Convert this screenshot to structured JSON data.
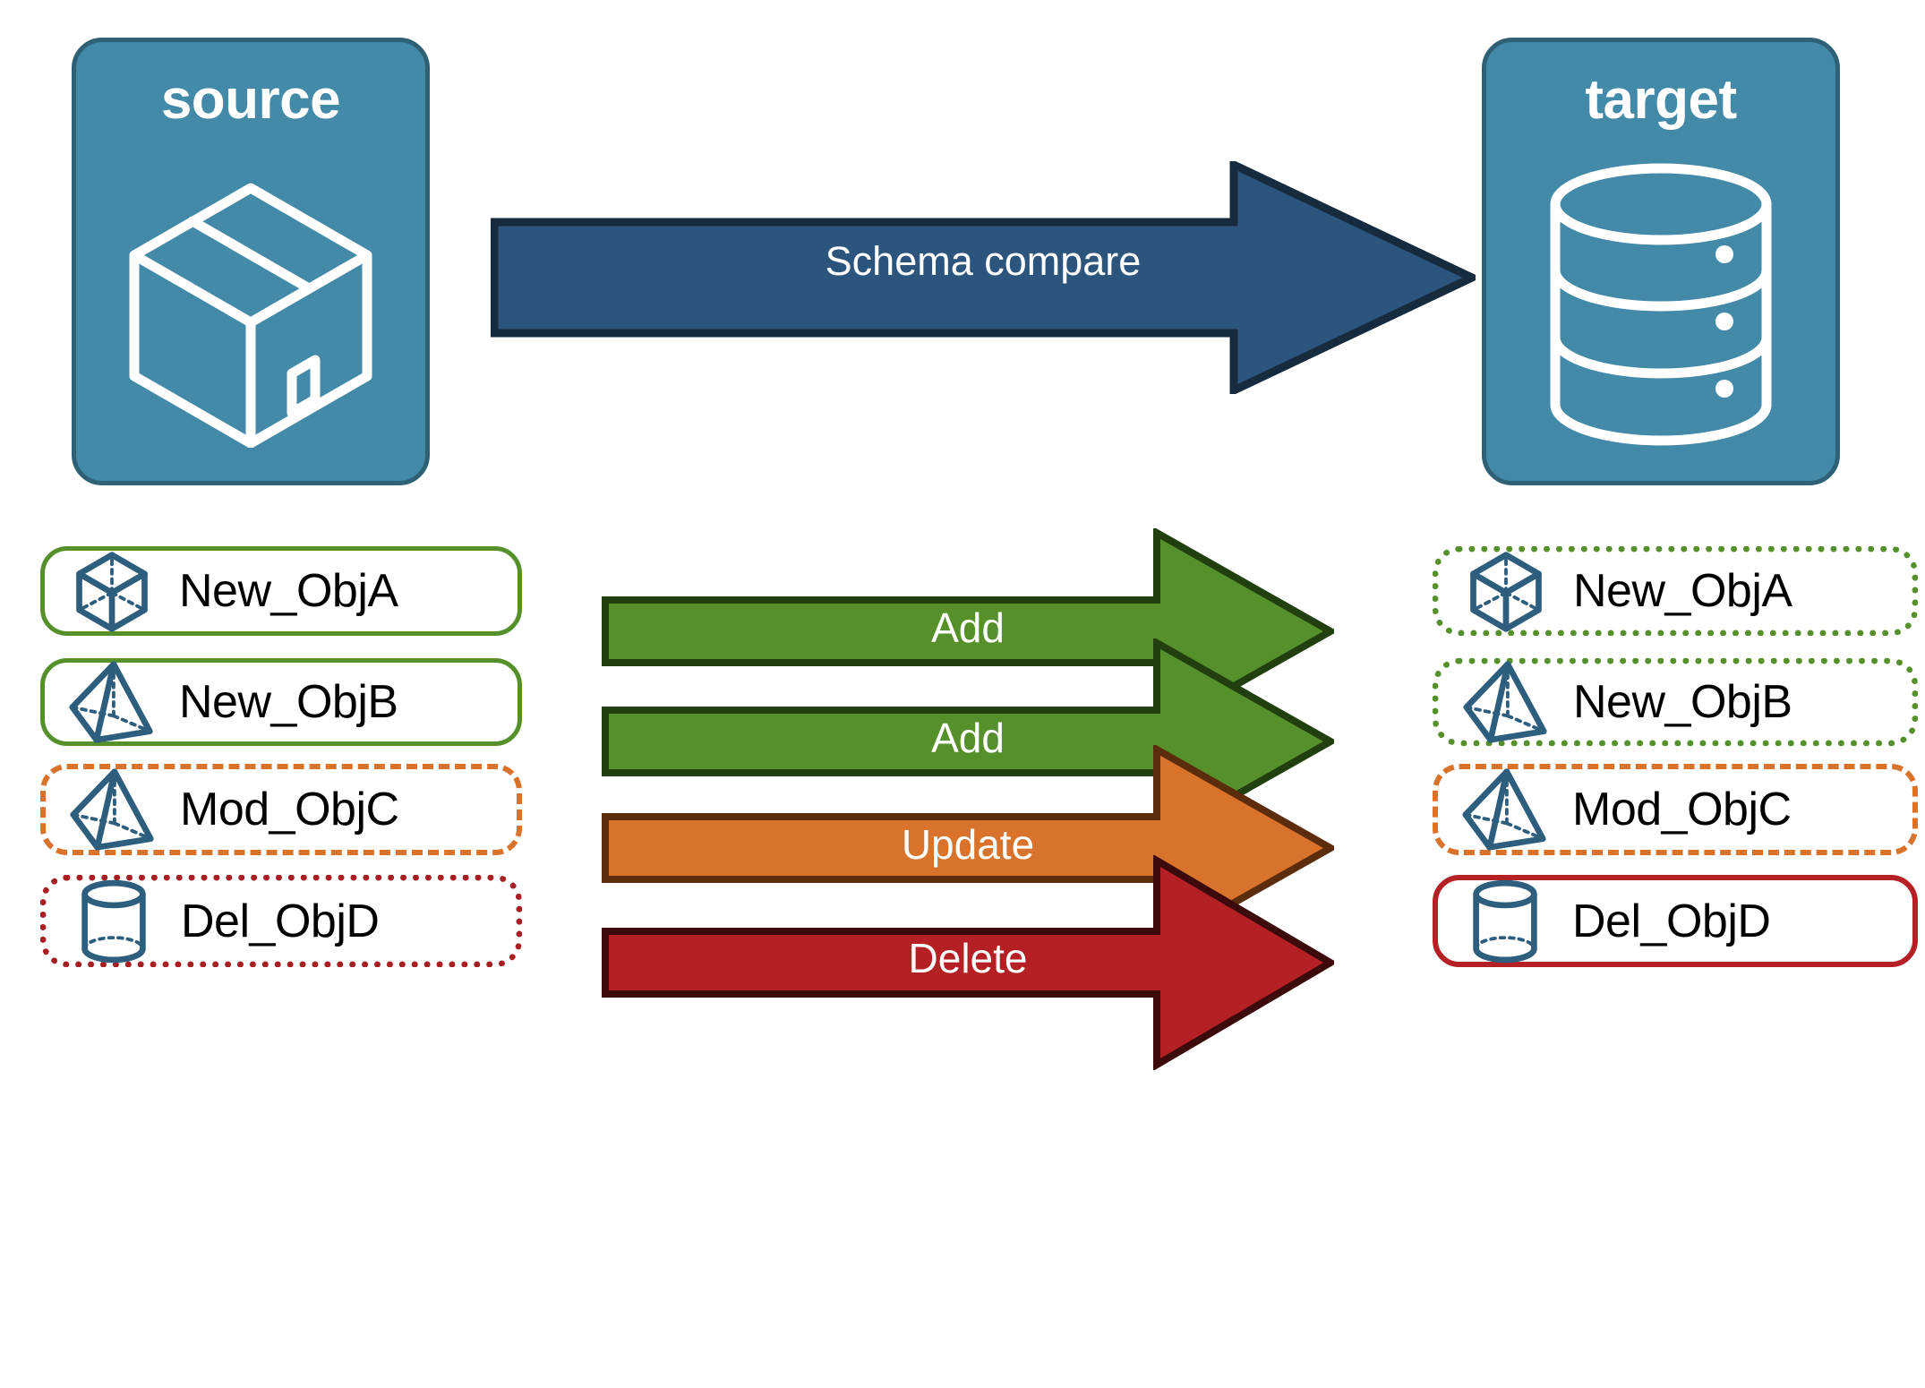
{
  "diagram": {
    "title": "Schema compare",
    "endpoints": [
      {
        "id": "source",
        "label": "source",
        "icon": "package-box-icon"
      },
      {
        "id": "target",
        "label": "target",
        "icon": "database-cylinder-icon"
      }
    ],
    "main_arrow": {
      "label": "Schema compare",
      "fill": "#2C557D",
      "stroke": "#172B3F",
      "text_color": "#FFFFFF"
    },
    "colors": {
      "endpoint_fill": "#4389A8",
      "endpoint_stroke": "#2E6076",
      "object_icon": "#2E5E7E",
      "add_green": "#56902B",
      "add_green_stroke": "#22400F",
      "update_orange": "#D9722B",
      "update_orange_stroke": "#5C2D0D",
      "delete_red": "#B52025",
      "delete_red_stroke": "#3D0A0C",
      "source_delete_red": "#A81F23",
      "text_black": "#000000"
    },
    "rows": [
      {
        "action": "Add",
        "arrow_fill": "#56902B",
        "arrow_stroke": "#22400F",
        "source": {
          "name": "New_ObjA",
          "icon": "cube-icon",
          "border_style": "solid",
          "border_color": "#56902B"
        },
        "target": {
          "name": "New_ObjA",
          "icon": "cube-icon",
          "border_style": "dotted",
          "border_color": "#56902B"
        }
      },
      {
        "action": "Add",
        "arrow_fill": "#56902B",
        "arrow_stroke": "#22400F",
        "source": {
          "name": "New_ObjB",
          "icon": "pyramid-icon",
          "border_style": "solid",
          "border_color": "#56902B"
        },
        "target": {
          "name": "New_ObjB",
          "icon": "pyramid-icon",
          "border_style": "dotted",
          "border_color": "#56902B"
        }
      },
      {
        "action": "Update",
        "arrow_fill": "#D9722B",
        "arrow_stroke": "#5C2D0D",
        "source": {
          "name": "Mod_ObjC",
          "icon": "pyramid-icon",
          "border_style": "dashed",
          "border_color": "#D9722B"
        },
        "target": {
          "name": "Mod_ObjC",
          "icon": "pyramid-icon",
          "border_style": "dashed",
          "border_color": "#D9722B"
        }
      },
      {
        "action": "Delete",
        "arrow_fill": "#B52025",
        "arrow_stroke": "#3D0A0C",
        "source": {
          "name": "Del_ObjD",
          "icon": "cylinder-icon",
          "border_style": "dotted",
          "border_color": "#A81F23"
        },
        "target": {
          "name": "Del_ObjD",
          "icon": "cylinder-icon",
          "border_style": "solid",
          "border_color": "#B52025"
        }
      }
    ]
  }
}
